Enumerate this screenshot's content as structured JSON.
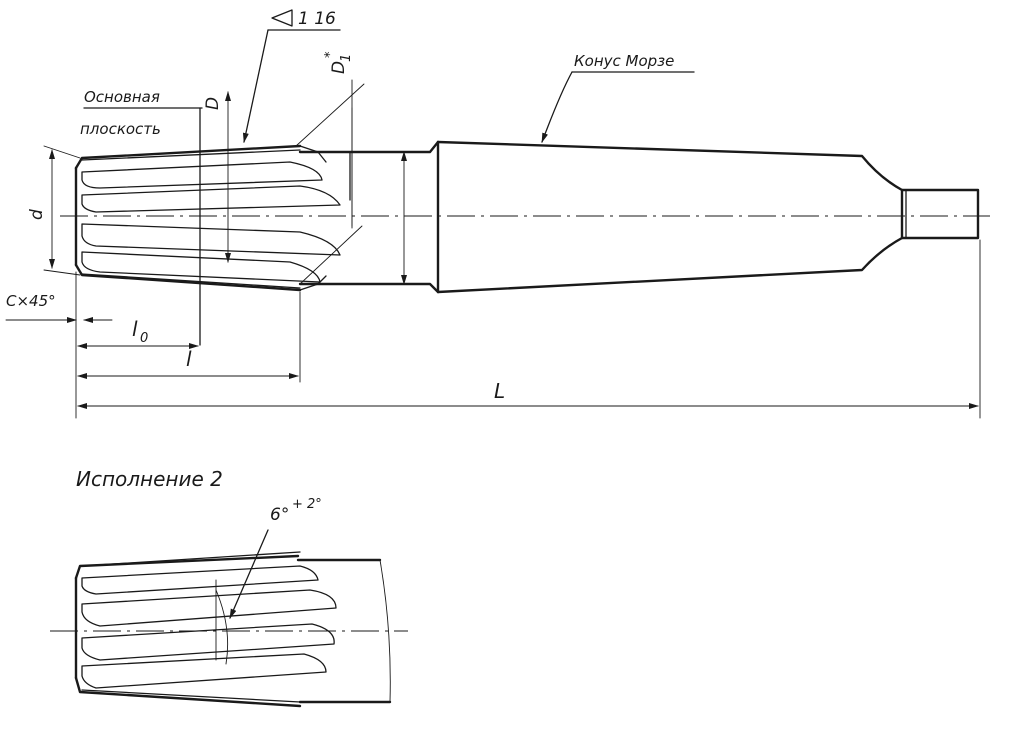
{
  "taper_label": "1 16",
  "d1_label": "D",
  "d1_sub": "1",
  "d1_sup": "*",
  "d_label": "D",
  "base_plane_line1": "Основная",
  "base_plane_line2": "плоскость",
  "morse_label": "Конус Морзе",
  "small_d_label": "d",
  "chamfer_label": "C×45°",
  "l0_label": "l",
  "l0_sub": "0",
  "l_label": "l",
  "L_label": "L",
  "variant2_title": "Исполнение 2",
  "angle_label": "6°",
  "angle_tol": "+ 2°"
}
